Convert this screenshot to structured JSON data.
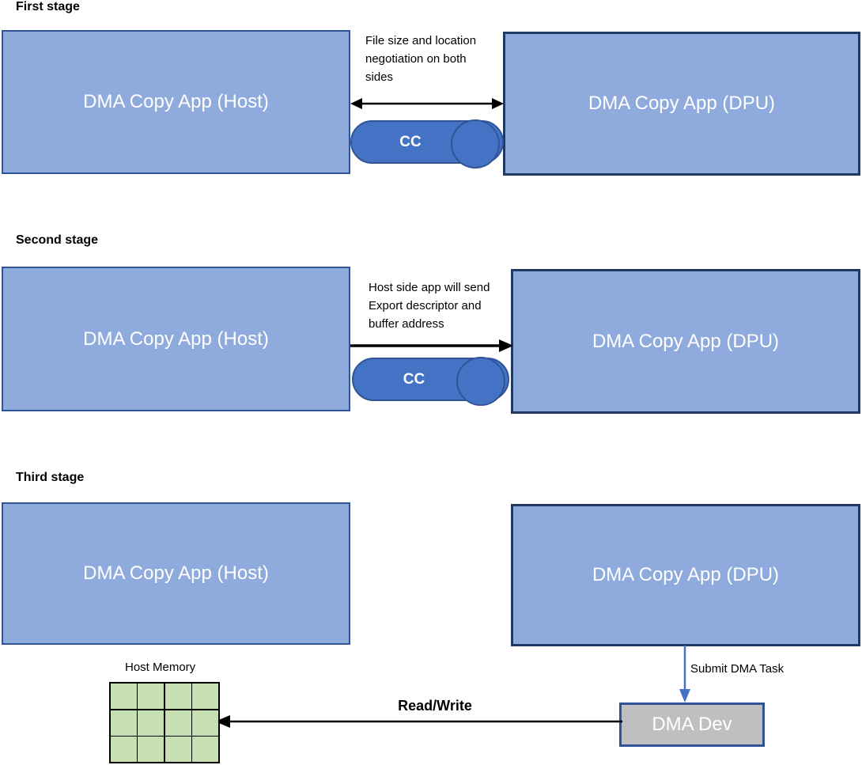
{
  "colors": {
    "box_fill": "#8FAADC",
    "box_border": "#2E5496",
    "box_border_dark": "#1F3864",
    "pill_fill": "#4472C4",
    "pill_border": "#2F5597",
    "memory_fill": "#C6E0B4",
    "memory_border": "#000000",
    "dev_fill": "#BFBFBF",
    "dev_border": "#2E5496",
    "arrow_black": "#000000",
    "arrow_blue": "#4472C4",
    "text_dark": "#000000",
    "text_light": "#FFFFFF"
  },
  "stage1": {
    "title": "First stage",
    "host_box": "DMA Copy App (Host)",
    "dpu_box": "DMA Copy App (DPU)",
    "note": "File size and location negotiation on both sides",
    "channel": "CC"
  },
  "stage2": {
    "title": "Second stage",
    "host_box": "DMA Copy App (Host)",
    "dpu_box": "DMA Copy App (DPU)",
    "note": "Host side app will send Export descriptor and buffer address",
    "channel": "CC"
  },
  "stage3": {
    "title": "Third stage",
    "host_box": "DMA Copy App (Host)",
    "dpu_box": "DMA Copy App (DPU)",
    "submit_label": "Submit DMA Task",
    "dma_dev": "DMA Dev",
    "read_write": "Read/Write",
    "host_memory": {
      "label": "Host Memory",
      "cols": 4,
      "rows": 3
    }
  }
}
